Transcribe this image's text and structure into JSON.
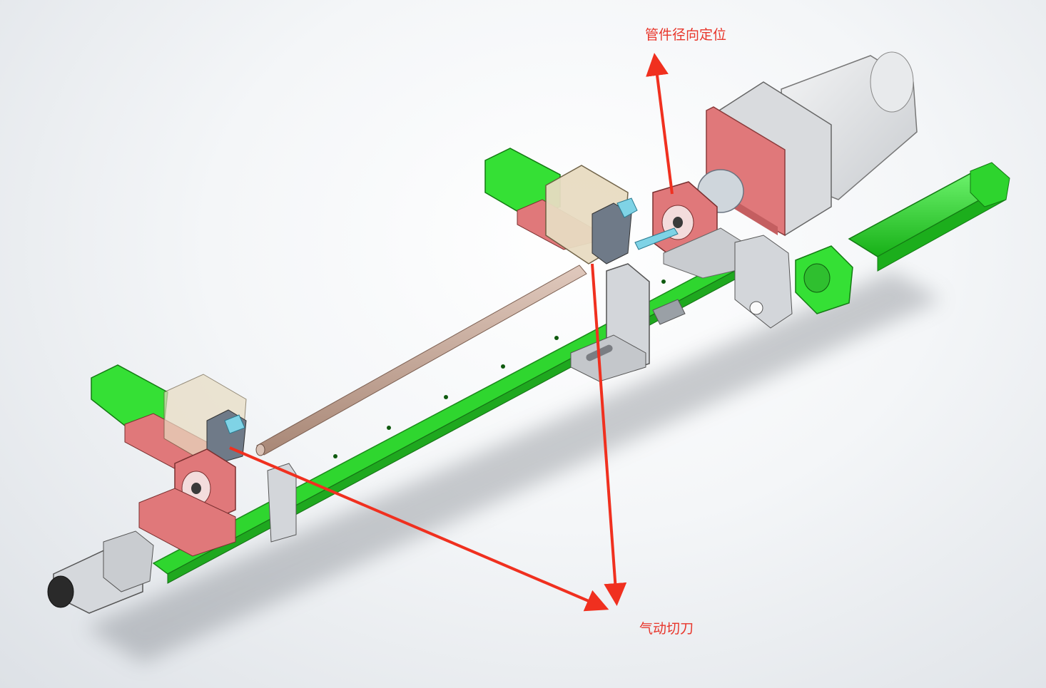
{
  "annotations": {
    "radial_positioning": "管件径向定位",
    "pneumatic_cutter": "气动切刀"
  },
  "colors": {
    "annotation": "#e8352a",
    "arrow": "#f0301f",
    "rail_green": "#2fd62f",
    "cylinder_green": "#35e035",
    "flange_red": "#e0787a",
    "tube": "#c9a99a",
    "guard": "#e8dcc2",
    "motor": "#e2e4e6"
  },
  "icons": {
    "arrow_up": "up-arrow",
    "arrow_down": "down-arrow"
  }
}
